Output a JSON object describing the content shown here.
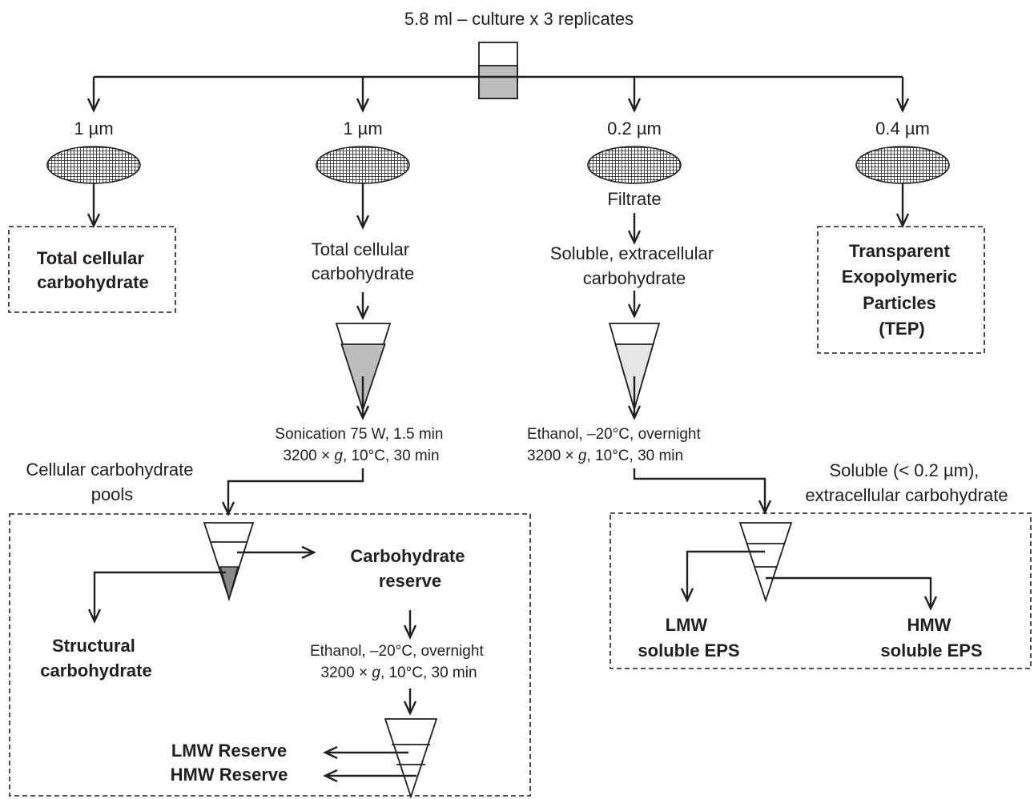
{
  "title": "5.8 ml – culture x 3 replicates",
  "colors": {
    "line": "#231f20",
    "liquid_dark": "#bdbdbd",
    "liquid_light": "#e6e6e6",
    "pellet_dark": "#8a8a8a",
    "filter_fill": "#d9d9d9"
  },
  "branches": {
    "b1": {
      "filter_pore": "1 µm",
      "result": [
        "Total cellular",
        "carbohydrate"
      ]
    },
    "b2": {
      "filter_pore": "1 µm",
      "label": [
        "Total cellular",
        "carbohydrate"
      ],
      "step": {
        "line1": "Sonication 75 W, 1.5 min",
        "line2_pre": "3200 × ",
        "line2_g": "g",
        "line2_post": ", 10°C, 30 min"
      }
    },
    "b3": {
      "filter_pore": "0.2 µm",
      "filtrate": "Filtrate",
      "label": [
        "Soluble, extracellular",
        "carbohydrate"
      ],
      "step": {
        "line1": "Ethanol, –20°C, overnight",
        "line2_pre": "3200 × ",
        "line2_g": "g",
        "line2_post": ", 10°C, 30 min"
      }
    },
    "b4": {
      "filter_pore": "0.4 µm",
      "result": [
        "Transparent",
        "Exopolymeric",
        "Particles",
        "(TEP)"
      ]
    }
  },
  "cellular_pools": {
    "heading": [
      "Cellular carbohydrate",
      "pools"
    ],
    "reserve": [
      "Carbohydrate",
      "reserve"
    ],
    "structural": [
      "Structural",
      "carbohydrate"
    ],
    "step": {
      "line1": "Ethanol, –20°C, overnight",
      "line2_pre": "3200 × ",
      "line2_g": "g",
      "line2_post": ", 10°C, 30 min"
    },
    "lmw": "LMW Reserve",
    "hmw": "HMW Reserve"
  },
  "soluble_pools": {
    "heading": [
      "Soluble (< 0.2 µm),",
      "extracellular carbohydrate"
    ],
    "lmw": [
      "LMW",
      "soluble EPS"
    ],
    "hmw": [
      "HMW",
      "soluble EPS"
    ]
  }
}
